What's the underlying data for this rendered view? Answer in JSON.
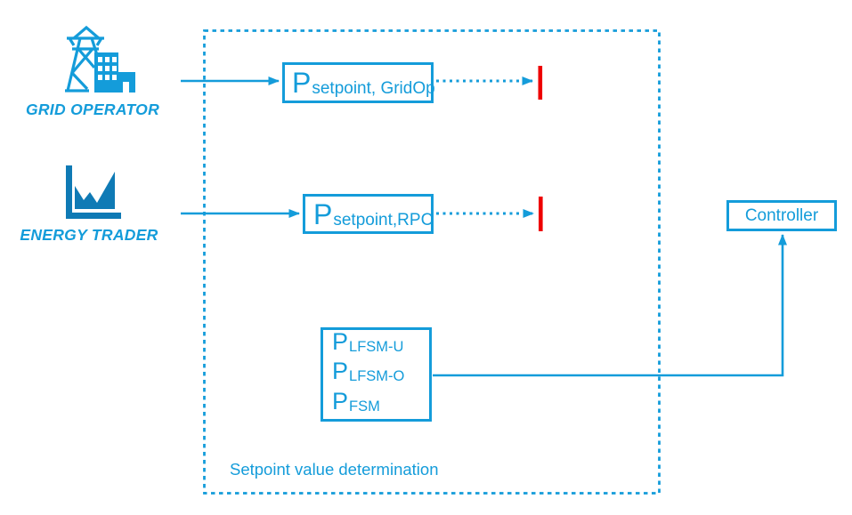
{
  "diagram": {
    "actors": {
      "grid_operator": {
        "label": "GRID OPERATOR",
        "icon": "transmission-tower-buildings-icon"
      },
      "energy_trader": {
        "label": "ENERGY TRADER",
        "icon": "area-chart-icon"
      }
    },
    "boundary": {
      "label": "Setpoint value determination"
    },
    "blocks": {
      "setpoint_gridop": {
        "symbol": "P",
        "subscript": "setpoint, GridOp"
      },
      "setpoint_rpc": {
        "symbol": "P",
        "subscript": "setpoint,RPC"
      },
      "lfsm": {
        "lines": [
          {
            "symbol": "P",
            "subscript": "LFSM-U"
          },
          {
            "symbol": "P",
            "subscript": "LFSM-O"
          },
          {
            "symbol": "P",
            "subscript": "FSM"
          }
        ]
      },
      "controller": {
        "label": "Controller"
      }
    },
    "colors": {
      "primary_blue": "#149CDA",
      "trader_icon_blue": "#0F7AB5",
      "terminator_red": "#EE0000"
    }
  }
}
